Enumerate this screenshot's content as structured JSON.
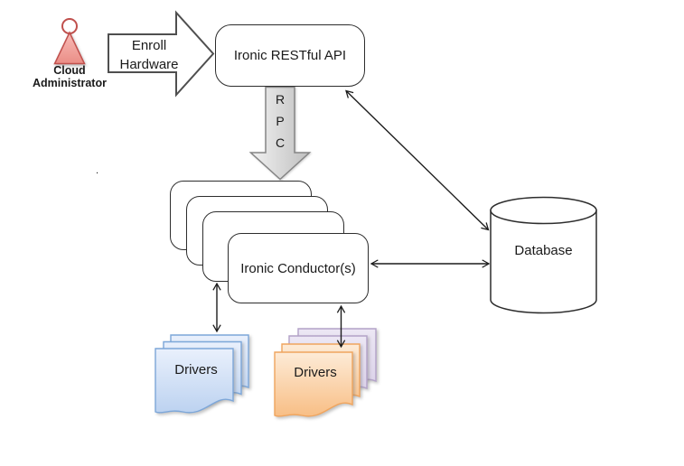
{
  "actor": {
    "label": "Cloud Administrator"
  },
  "enroll_arrow": {
    "label": "Enroll Hardware"
  },
  "api_box": {
    "label": "Ironic RESTful API"
  },
  "rpc_arrow": {
    "letters": [
      "R",
      "P",
      "C"
    ]
  },
  "conductors": {
    "label": "Ironic Conductor(s)",
    "stacked_boxes": 4
  },
  "database": {
    "label": "Database"
  },
  "drivers_blue": {
    "label": "Drivers",
    "documents": 3
  },
  "drivers_orange": {
    "label": "Drivers",
    "orange_documents": 2,
    "purple_documents": 2
  },
  "stray_mark": ".",
  "connections": [
    {
      "from": "Cloud Administrator",
      "to": "Ironic RESTful API",
      "label": "Enroll Hardware",
      "style": "block-arrow"
    },
    {
      "from": "Ironic RESTful API",
      "to": "Ironic Conductor(s)",
      "label": "RPC",
      "style": "block-arrow"
    },
    {
      "from": "Ironic RESTful API",
      "to": "Database",
      "style": "double-headed-line"
    },
    {
      "from": "Ironic Conductor(s)",
      "to": "Database",
      "style": "double-headed-line"
    },
    {
      "from": "Ironic Conductor(s)",
      "to": "Drivers (blue stack)",
      "style": "double-headed-line"
    },
    {
      "from": "Ironic Conductor(s)",
      "to": "Drivers (orange stack)",
      "style": "double-headed-line"
    }
  ],
  "colors": {
    "background": "#ffffff",
    "actor_fill": "#f2a5a0",
    "actor_stroke": "#c0504d",
    "box_fill": "#ffffff",
    "box_stroke": "#2d2d2d",
    "enroll_arrow_stroke": "#4f4f4f",
    "rpc_fill_light": "#f2f2f2",
    "rpc_fill_dark": "#bfbfbf",
    "rpc_stroke": "#858585",
    "blue_doc_fill_top": "#e9f0fc",
    "blue_doc_fill_bottom": "#bcd2f0",
    "blue_doc_stroke": "#7da7d9",
    "orange_doc_fill_top": "#fdebd7",
    "orange_doc_fill_bottom": "#f8be85",
    "orange_doc_stroke": "#f0a55e",
    "purple_doc_fill_top": "#ece7f4",
    "purple_doc_fill_bottom": "#d9cfe8",
    "purple_doc_stroke": "#b3a2c8",
    "connector": "#1c1c1c",
    "text": "#1a1a1a"
  }
}
